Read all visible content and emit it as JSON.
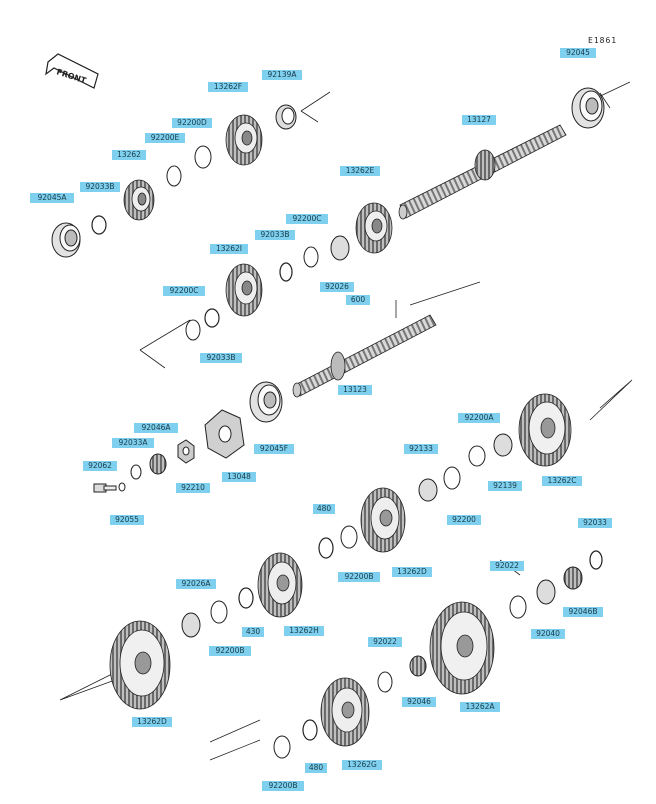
{
  "diagram_code": "E1861",
  "front_label": "FRONT",
  "parts": [
    {
      "id": "92045",
      "label": "92045"
    },
    {
      "id": "92139A",
      "label": "92139A"
    },
    {
      "id": "13262F",
      "label": "13262F"
    },
    {
      "id": "92200D",
      "label": "92200D"
    },
    {
      "id": "92200E",
      "label": "92200E"
    },
    {
      "id": "13262",
      "label": "13262"
    },
    {
      "id": "92033B-top",
      "label": "92033B"
    },
    {
      "id": "92045A",
      "label": "92045A"
    },
    {
      "id": "13127",
      "label": "13127"
    },
    {
      "id": "13262E",
      "label": "13262E"
    },
    {
      "id": "92200C-top",
      "label": "92200C"
    },
    {
      "id": "92033B-mid",
      "label": "92033B"
    },
    {
      "id": "13262I",
      "label": "13262I"
    },
    {
      "id": "92026",
      "label": "92026"
    },
    {
      "id": "600",
      "label": "600"
    },
    {
      "id": "92200C-left",
      "label": "92200C"
    },
    {
      "id": "92033B-low",
      "label": "92033B"
    },
    {
      "id": "13123",
      "label": "13123"
    },
    {
      "id": "92046A",
      "label": "92046A"
    },
    {
      "id": "92033A",
      "label": "92033A"
    },
    {
      "id": "92062",
      "label": "92062"
    },
    {
      "id": "92210",
      "label": "92210"
    },
    {
      "id": "13048",
      "label": "13048"
    },
    {
      "id": "92045F",
      "label": "92045F"
    },
    {
      "id": "92055",
      "label": "92055"
    },
    {
      "id": "92200A",
      "label": "92200A"
    },
    {
      "id": "92133",
      "label": "92133"
    },
    {
      "id": "92139",
      "label": "92139"
    },
    {
      "id": "13262C",
      "label": "13262C"
    },
    {
      "id": "92200",
      "label": "92200"
    },
    {
      "id": "92033",
      "label": "92033"
    },
    {
      "id": "480-mid",
      "label": "480"
    },
    {
      "id": "92200B-mid",
      "label": "92200B"
    },
    {
      "id": "13262D",
      "label": "13262D"
    },
    {
      "id": "92022-right",
      "label": "92022"
    },
    {
      "id": "92046B",
      "label": "92046B"
    },
    {
      "id": "92040",
      "label": "92040"
    },
    {
      "id": "92026A",
      "label": "92026A"
    },
    {
      "id": "430",
      "label": "430"
    },
    {
      "id": "13262H",
      "label": "13262H"
    },
    {
      "id": "92200B-left",
      "label": "92200B"
    },
    {
      "id": "13262D-low",
      "label": "13262D"
    },
    {
      "id": "92022-low",
      "label": "92022"
    },
    {
      "id": "92046",
      "label": "92046"
    },
    {
      "id": "13262A",
      "label": "13262A"
    },
    {
      "id": "480-low",
      "label": "480"
    },
    {
      "id": "13262G",
      "label": "13262G"
    },
    {
      "id": "92200B-bottom",
      "label": "92200B"
    }
  ]
}
